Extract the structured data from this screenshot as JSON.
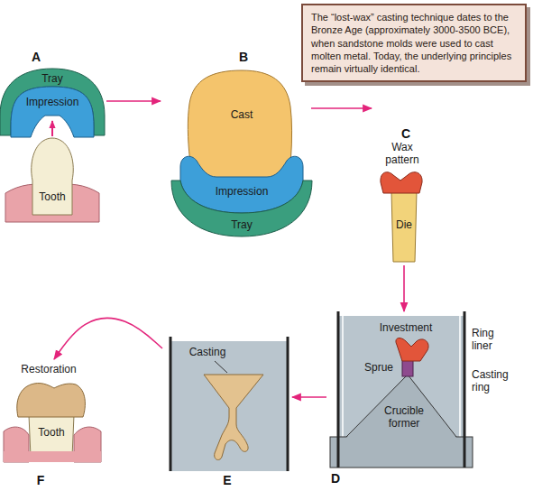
{
  "diagram": {
    "nodes": [
      {
        "text": [
          "The “lost-wax” casting technique dates to the Bronze Age (approximately 3000-3500 BCE), when sandstone molds were used to cast molten metal. Today, the underlying principles remain virtually identical."
        ]
      },
      {
        "text": [
          "A",
          "Tray",
          "Impression",
          "Tooth"
        ]
      },
      {
        "text": [
          "B",
          "Cast",
          "Impression",
          "Tray"
        ]
      },
      {
        "text": [
          "C",
          "Wax pattern",
          "Die"
        ]
      },
      {
        "text": [
          "D",
          "Investment",
          "Sprue",
          "Crucible former",
          "Ring liner",
          "Casting ring"
        ]
      },
      {
        "text": [
          "E",
          "Casting"
        ]
      },
      {
        "text": [
          "F",
          "Restoration",
          "Tooth"
        ]
      }
    ],
    "edges": [
      {
        "from": 1,
        "to": 2,
        "arrow": "to"
      },
      {
        "from": 2,
        "to": 3,
        "arrow": "to"
      },
      {
        "from": 3,
        "to": 4,
        "arrow": "to"
      },
      {
        "from": 4,
        "to": 5,
        "arrow": "to"
      },
      {
        "from": 5,
        "to": 6,
        "arrow": "to"
      }
    ]
  }
}
